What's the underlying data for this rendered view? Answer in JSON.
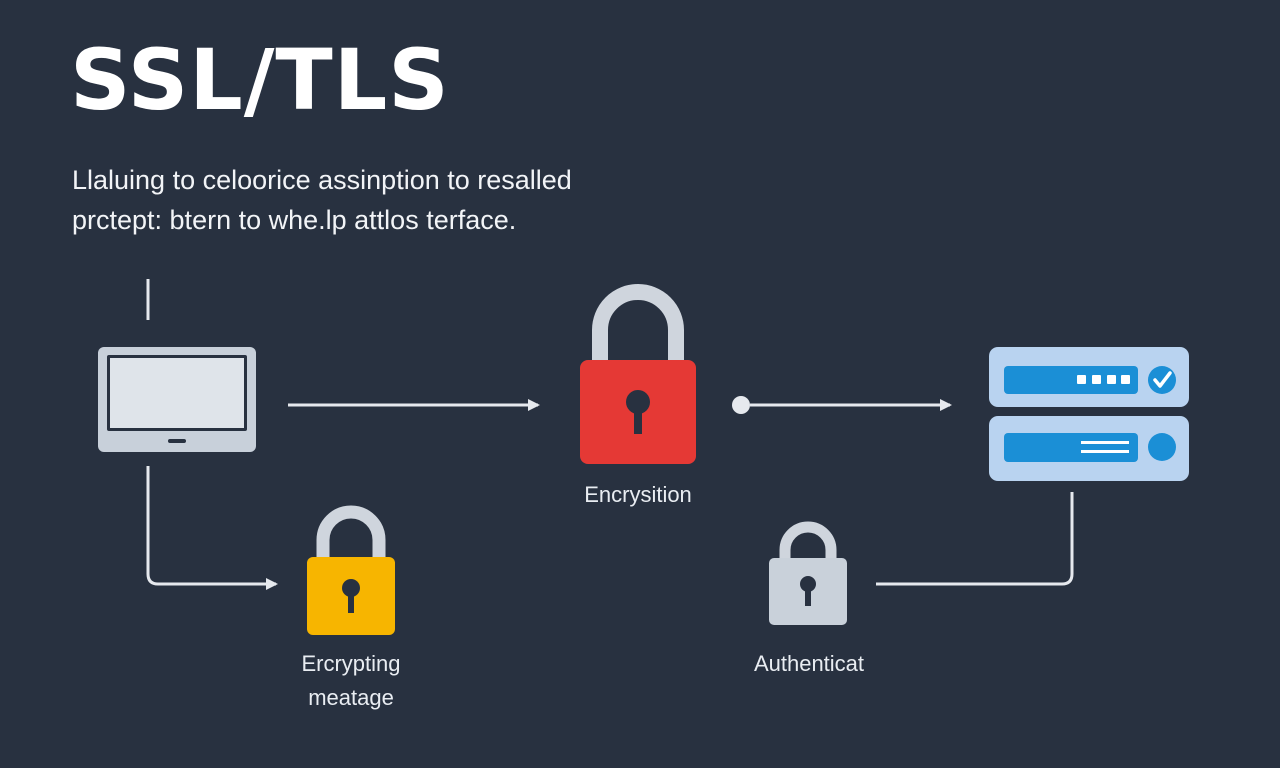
{
  "title": "SSL/TLS",
  "subtitle": {
    "line1": "Llaluing to celoorice assinption to resalled",
    "line2": "prctept: btern to whe.lp attlos terface."
  },
  "nodes": {
    "laptop": {
      "icon": "laptop-icon"
    },
    "red_lock": {
      "icon": "padlock-icon",
      "color": "#e53935",
      "label": "Encrysition"
    },
    "yellow_lock": {
      "icon": "padlock-icon",
      "color": "#f7b500",
      "label_line1": "Ercrypting",
      "label_line2": "meatage"
    },
    "grey_lock": {
      "icon": "padlock-icon",
      "color": "#c9d1da",
      "label": "Authenticat"
    },
    "server": {
      "icon": "server-icon",
      "color": "#b9d3f0",
      "accent": "#1b8fd6"
    }
  },
  "colors": {
    "background": "#283140",
    "line": "#e6e9ee"
  }
}
